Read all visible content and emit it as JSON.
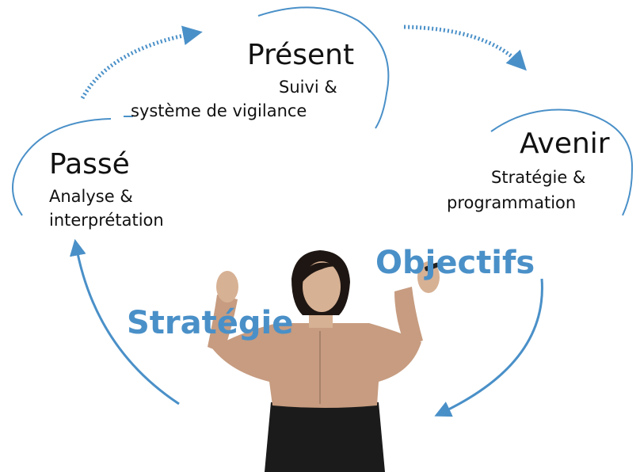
{
  "colors": {
    "accent": "#4a90c8",
    "text": "#111111",
    "blouse": "#c79c80",
    "skirt": "#1b1b1b",
    "hair": "#1e1612",
    "skin": "#d7b194"
  },
  "present": {
    "title": "Présent",
    "line1": "Suivi &",
    "line2": "système de vigilance"
  },
  "passe": {
    "title": "Passé",
    "line1": "Analyse &",
    "line2": "interprétation"
  },
  "avenir": {
    "title": "Avenir",
    "line1": "Stratégie &",
    "line2": "programmation"
  },
  "labels": {
    "objectifs": "Objectifs",
    "strategie": "Stratégie"
  }
}
